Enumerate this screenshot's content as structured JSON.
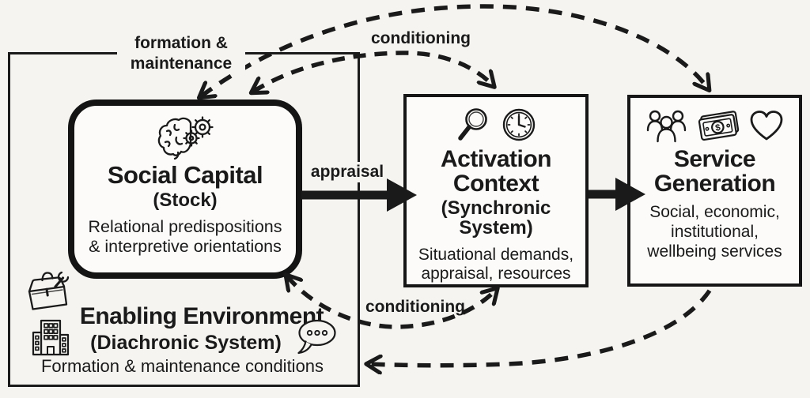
{
  "boxes": {
    "social_capital": {
      "title": "Social Capital",
      "subtitle": "(Stock)",
      "description": "Relational predispositions & interpretive orientations",
      "icon": "brain-gears-icon"
    },
    "activation_context": {
      "title": "Activation Context",
      "subtitle": "(Synchronic System)",
      "description": "Situational demands, appraisal, resources",
      "icons": [
        "magnifier-icon",
        "clock-icon"
      ]
    },
    "service_generation": {
      "title": "Service Generation",
      "description": "Social, economic, institutional, wellbeing services",
      "icons": [
        "people-icon",
        "money-icon",
        "heart-icon"
      ]
    },
    "enabling_environment": {
      "title": "Enabling Environment",
      "subtitle": "(Diachronic System)",
      "description": "Formation & maintenance conditions",
      "icons": [
        "toolbox-icon",
        "building-icon",
        "speech-bubble-icon"
      ]
    }
  },
  "arrow_labels": {
    "formation_maintenance": "formation & maintenance",
    "conditioning_top": "conditioning",
    "appraisal": "appraisal",
    "conditioning_mid": "conditioning"
  },
  "connections": [
    {
      "from": "service_generation",
      "to": "social_capital",
      "style": "dashed-arc-top",
      "heads": "both",
      "label": "conditioning"
    },
    {
      "from": "social_capital",
      "to": "activation_context",
      "style": "dashed-arc-upper",
      "heads": "both",
      "label": "conditioning"
    },
    {
      "from": "social_capital",
      "to": "activation_context",
      "style": "thick-solid",
      "heads": "end",
      "label": "appraisal"
    },
    {
      "from": "activation_context",
      "to": "service_generation",
      "style": "thick-solid",
      "heads": "end",
      "label": ""
    },
    {
      "from": "social_capital",
      "to": "activation_context",
      "style": "dashed-arc-bottom",
      "heads": "both",
      "label": "conditioning"
    },
    {
      "from": "service_generation",
      "to": "enabling_environment",
      "style": "dashed-arc-return",
      "heads": "end",
      "label": ""
    },
    {
      "from": "enabling_environment",
      "to": "social_capital",
      "style": "dashed-short",
      "heads": "end",
      "label": "formation & maintenance"
    }
  ],
  "colors": {
    "ink": "#1a1a1a",
    "background": "#f5f4f1",
    "box_fill": "#fcfbf9"
  }
}
